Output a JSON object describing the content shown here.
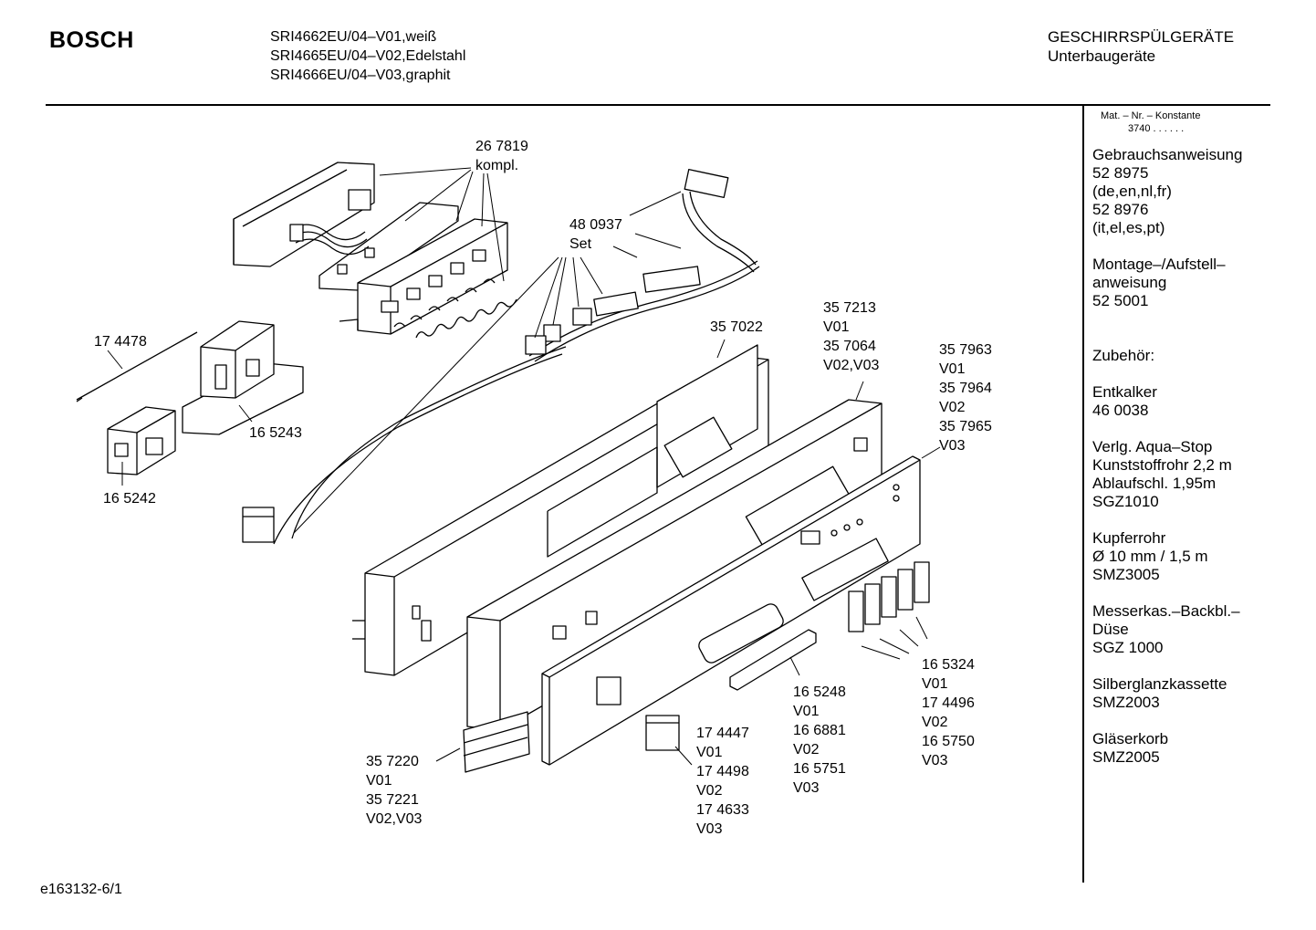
{
  "header": {
    "brand": "BOSCH",
    "models": [
      "SRI4662EU/04–V01,weiß",
      "SRI4665EU/04–V02,Edelstahl",
      "SRI4666EU/04–V03,graphit"
    ],
    "category_line1": "GESCHIRRSPÜLGERÄTE",
    "category_line2": "Unterbaugeräte"
  },
  "sidebar": {
    "matnr_title": "Mat. – Nr. – Konstante",
    "matnr_value": "3740 . .   . . . .",
    "blocks": [
      [
        "Gebrauchsanweisung",
        "52 8975",
        "(de,en,nl,fr)",
        "52 8976",
        "(it,el,es,pt)"
      ],
      [
        "Montage–/Aufstell–",
        "anweisung",
        "52 5001"
      ],
      [
        "Zubehör:"
      ],
      [
        "Entkalker",
        "46 0038"
      ],
      [
        "Verlg. Aqua–Stop",
        "Kunststoffrohr 2,2 m",
        "Ablaufschl. 1,95m",
        "SGZ1010"
      ],
      [
        "Kupferrohr",
        "Ø 10 mm / 1,5 m",
        "SMZ3005"
      ],
      [
        "Messerkas.–Backbl.–",
        "Düse",
        "SGZ 1000"
      ],
      [
        "Silberglanzkassette",
        "SMZ2003"
      ],
      [
        "Gläserkorb",
        "SMZ2005"
      ]
    ]
  },
  "parts": [
    {
      "id": "p267819",
      "lines": [
        "26 7819",
        "kompl."
      ]
    },
    {
      "id": "p480937",
      "lines": [
        "48 0937",
        "Set"
      ]
    },
    {
      "id": "p174478",
      "lines": [
        "17 4478"
      ]
    },
    {
      "id": "p165243",
      "lines": [
        "16 5243"
      ]
    },
    {
      "id": "p165242",
      "lines": [
        "16 5242"
      ]
    },
    {
      "id": "p357022",
      "lines": [
        "35 7022"
      ]
    },
    {
      "id": "p357213",
      "lines": [
        "35 7213",
        "V01",
        "35 7064",
        "V02,V03"
      ]
    },
    {
      "id": "p357963",
      "lines": [
        "35 7963",
        "V01",
        "35 7964",
        "V02",
        "35 7965",
        "V03"
      ]
    },
    {
      "id": "p165324",
      "lines": [
        "16 5324",
        "V01",
        "17 4496",
        "V02",
        "16 5750",
        "V03"
      ]
    },
    {
      "id": "p165248",
      "lines": [
        "16 5248",
        "V01",
        "16 6881",
        "V02",
        "16 5751",
        "V03"
      ]
    },
    {
      "id": "p174447",
      "lines": [
        "17 4447",
        "V01",
        "17 4498",
        "V02",
        "17 4633",
        "V03"
      ]
    },
    {
      "id": "p357220",
      "lines": [
        "35 7220",
        "V01",
        "35 7221",
        "V02,V03"
      ]
    }
  ],
  "footer": {
    "doc_ref": "e163132-6/1"
  }
}
